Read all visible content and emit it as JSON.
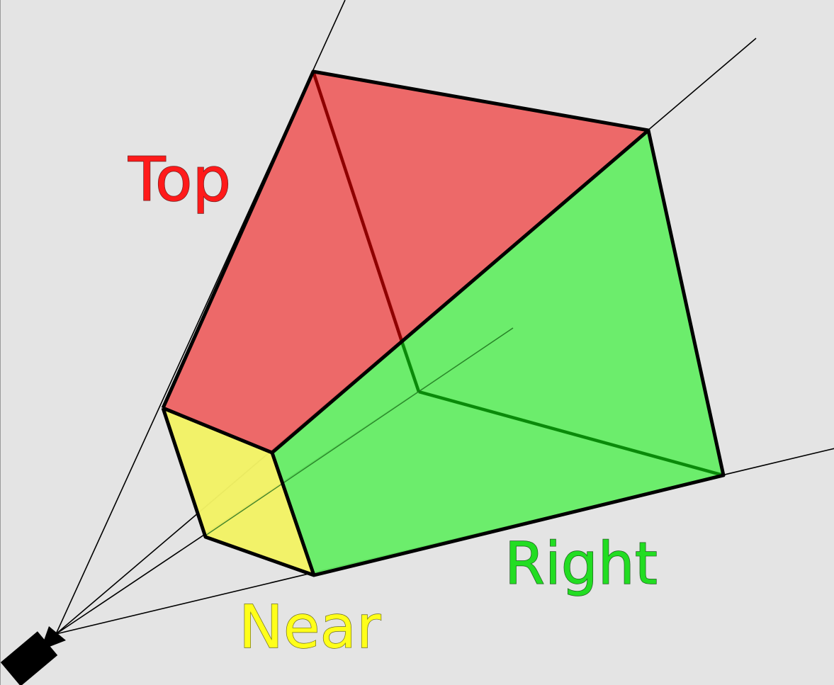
{
  "labels": {
    "top": "Top",
    "right": "Right",
    "near": "Near"
  },
  "colors": {
    "background": "#e4e4e4",
    "top_face": "#ee6060",
    "right_face": "#63ee63",
    "near_face": "#f2f264",
    "edge": "#000000",
    "hidden_edge_top": "#8e0000",
    "hidden_edge_right": "#0a8a0a",
    "top_text": "#ff1a1a",
    "right_text": "#22dd22",
    "near_text": "#ffff1a",
    "label_outline": "#555555"
  },
  "icons": {
    "camera": "camera-icon"
  }
}
